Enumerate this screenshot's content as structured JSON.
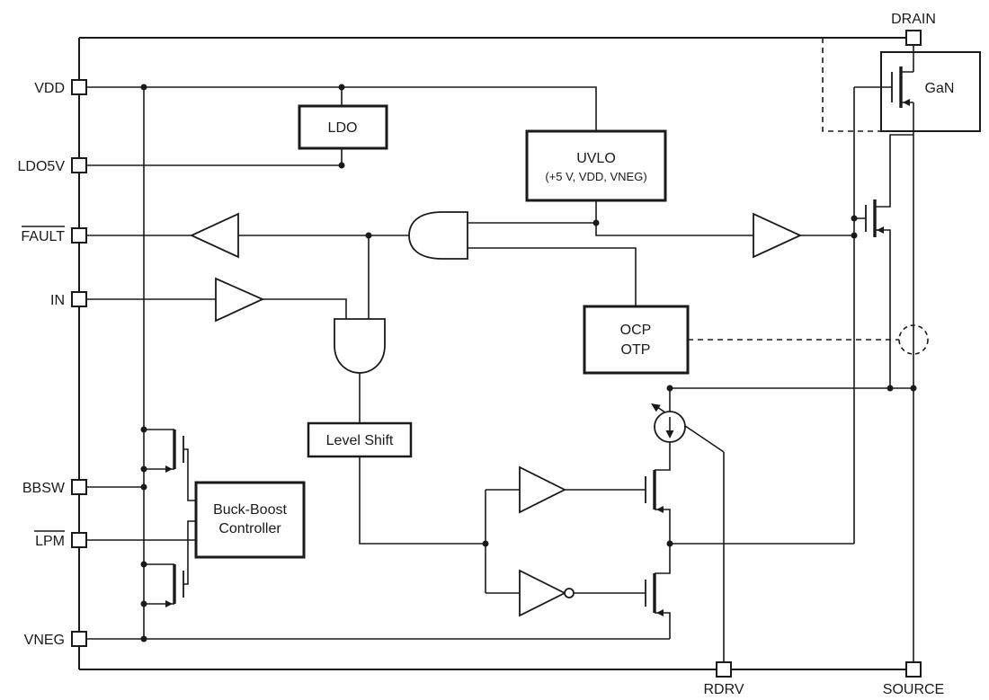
{
  "diagram": {
    "pins": {
      "vdd": "VDD",
      "ldo5v": "LDO5V",
      "fault": "FAULT",
      "in": "IN",
      "bbsw": "BBSW",
      "lpm": "LPM",
      "vneg": "VNEG",
      "drain": "DRAIN",
      "rdrv": "RDRV",
      "source": "SOURCE"
    },
    "blocks": {
      "ldo": "LDO",
      "uvlo_line1": "UVLO",
      "uvlo_line2": "(+5 V, VDD, VNEG)",
      "ocp_line1": "OCP",
      "ocp_line2": "OTP",
      "level_shift": "Level Shift",
      "buck_boost_line1": "Buck-Boost",
      "buck_boost_line2": "Controller",
      "gan": "GaN"
    },
    "colors": {
      "line": "#1a1a1a",
      "background": "#ffffff"
    }
  }
}
